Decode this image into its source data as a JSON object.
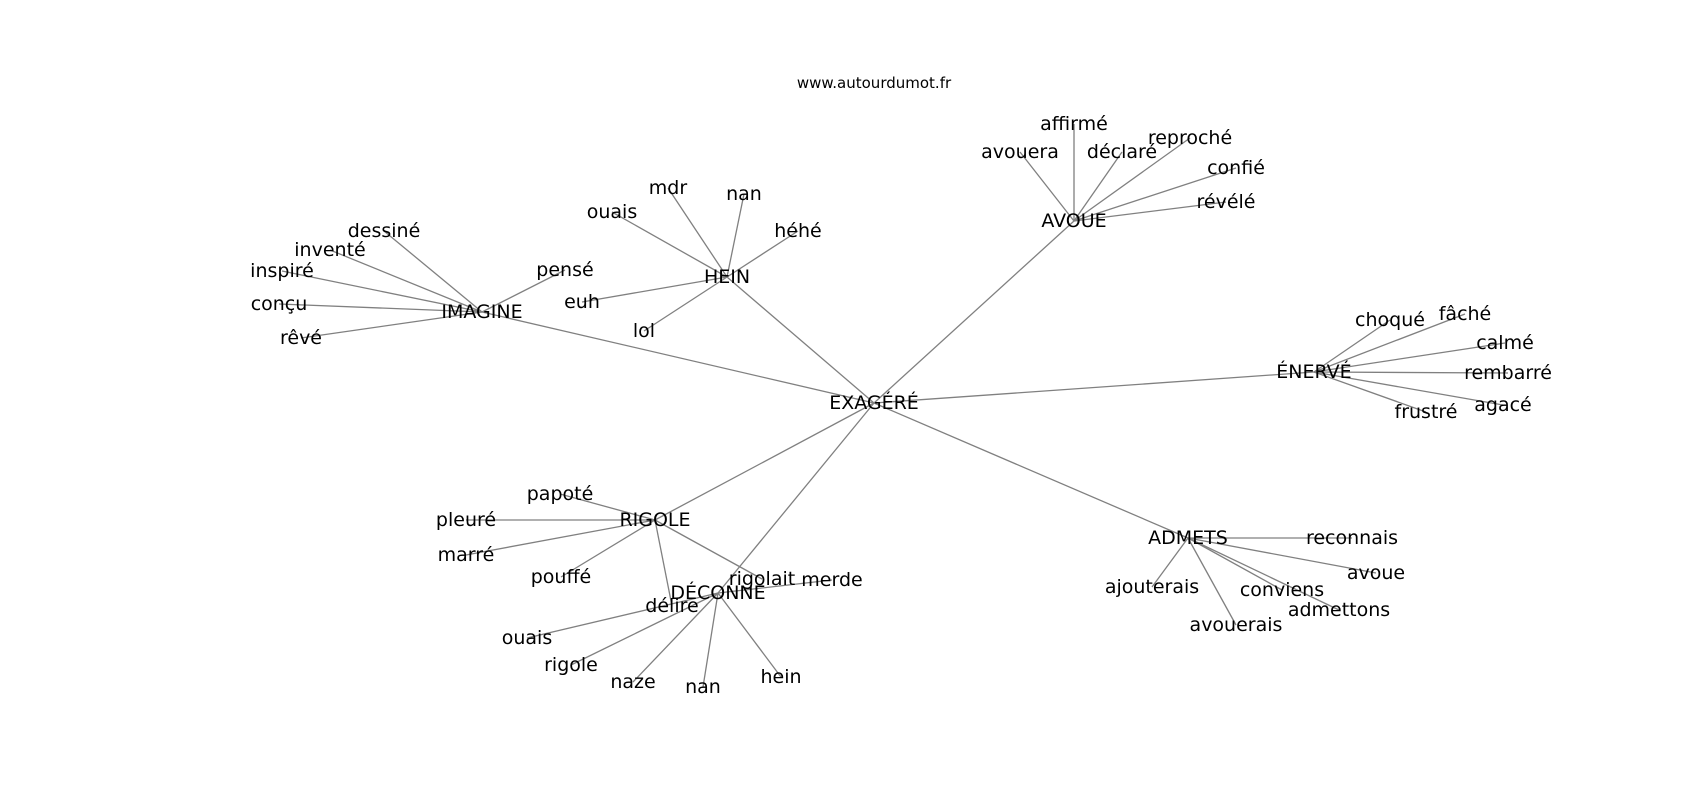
{
  "site": "www.autourdumot.fr",
  "colors": {
    "edge": "#808080",
    "text": "#000000",
    "background": "#ffffff"
  },
  "center": "EXAGÉRÉ",
  "hubs": [
    {
      "id": "imagine",
      "label": "IMAGINE",
      "leaves": [
        "dessiné",
        "inventé",
        "inspiré",
        "conçu",
        "rêvé",
        "pensé"
      ]
    },
    {
      "id": "hein",
      "label": "HEIN",
      "leaves": [
        "mdr",
        "nan",
        "ouais",
        "héhé",
        "euh",
        "lol"
      ]
    },
    {
      "id": "avoue",
      "label": "AVOUE",
      "leaves": [
        "affirmé",
        "avouera",
        "déclaré",
        "reproché",
        "confié",
        "révélé"
      ]
    },
    {
      "id": "enerve",
      "label": "ÉNERVÉ",
      "leaves": [
        "choqué",
        "fâché",
        "calmé",
        "rembarré",
        "agacé",
        "frustré"
      ]
    },
    {
      "id": "admets",
      "label": "ADMETS",
      "leaves": [
        "reconnais",
        "avoue",
        "ajouterais",
        "conviens",
        "admettons",
        "avouerais"
      ]
    },
    {
      "id": "rigole",
      "label": "RIGOLE",
      "leaves": [
        "papoté",
        "pleuré",
        "marré",
        "pouffé",
        "délire",
        "rigolait"
      ]
    },
    {
      "id": "deconne",
      "label": "DÉCONNE",
      "leaves": [
        "merde",
        "ouais",
        "rigole",
        "naze",
        "nan",
        "hein"
      ]
    }
  ]
}
